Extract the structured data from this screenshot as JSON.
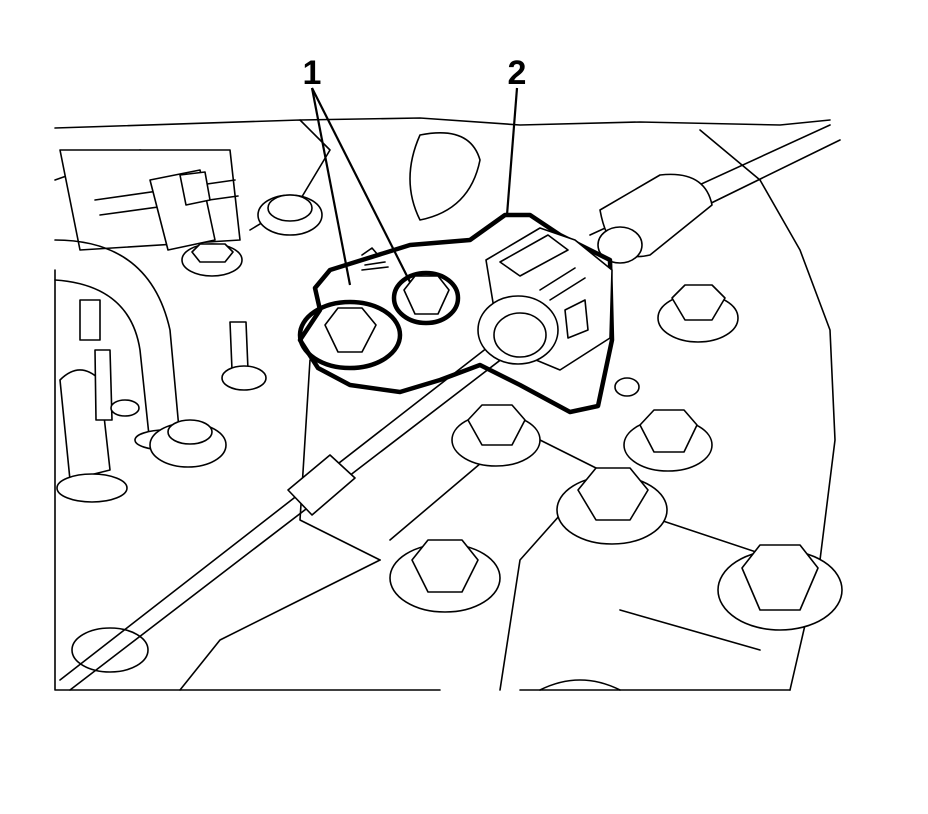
{
  "callouts": [
    {
      "id": "1",
      "label": "1"
    },
    {
      "id": "2",
      "label": "2"
    }
  ],
  "colors": {
    "ink": "#000000",
    "paper": "#ffffff"
  }
}
